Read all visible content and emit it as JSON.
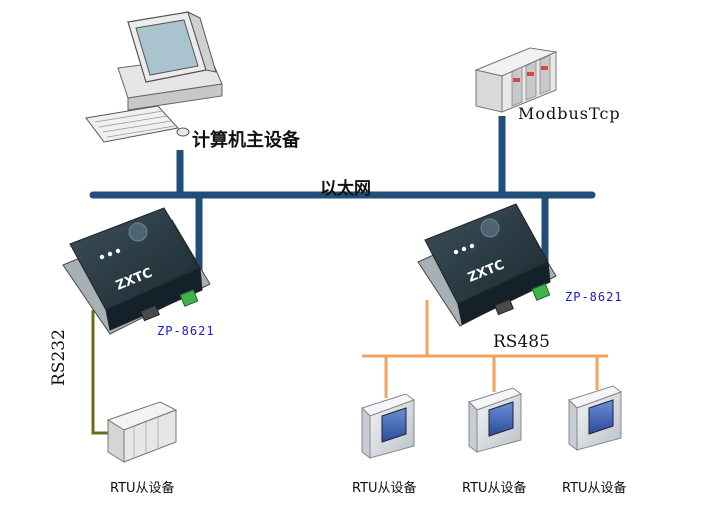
{
  "labels": {
    "host": "计算机主设备",
    "modbus": "ModbusTcp",
    "ethernet": "以太网",
    "server_left": "ZP-8621",
    "server_right": "ZP-8621",
    "rs485": "RS485",
    "rs232": "RS232",
    "rtu": [
      "RTU从设备",
      "RTU从设备",
      "RTU从设备",
      "RTU从设备"
    ],
    "brand": "ZXTC"
  },
  "colors": {
    "ethernet_bus": "#1f4e79",
    "rs485_bus": "#f5a25d",
    "rs232_line": "#6b6b1e",
    "device_body": "#2a3b44",
    "terminal_green": "#3fb24a",
    "label_blue": "#1a1acc"
  },
  "icons": {
    "host": "desktop-computer-icon",
    "modbus": "plc-rack-icon",
    "server": "serial-device-server-icon",
    "rtu_left": "plc-module-icon",
    "rtu_right": "rtu-panel-icon"
  }
}
